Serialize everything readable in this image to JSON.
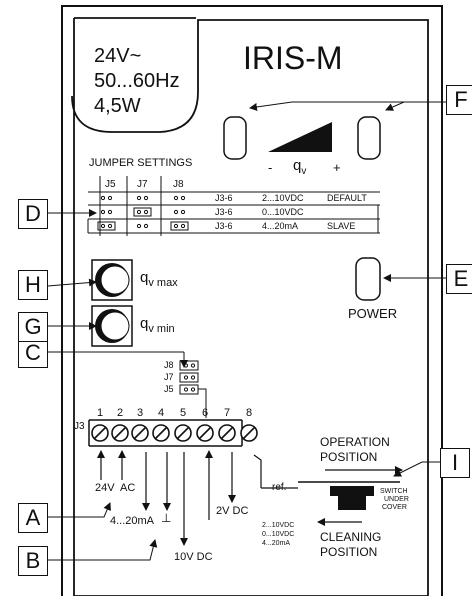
{
  "supply": {
    "line1": "24V~",
    "line2": "50...60Hz",
    "line3": "4,5W"
  },
  "title": "IRIS-M",
  "qv": {
    "minus": "-",
    "label": "q",
    "sub": "v",
    "plus": "+"
  },
  "jumper_settings": {
    "title": "JUMPER SETTINGS",
    "headers": [
      "J5",
      "J7",
      "J8"
    ],
    "rows": [
      {
        "terminal": "J3-6",
        "range": "2...10VDC",
        "mode": "DEFAULT"
      },
      {
        "terminal": "J3-6",
        "range": "0...10VDC",
        "mode": ""
      },
      {
        "terminal": "J3-6",
        "range": "4...20mA",
        "mode": "SLAVE"
      }
    ]
  },
  "pots": {
    "max_label": "q",
    "max_sub": "v max",
    "min_label": "q",
    "min_sub": "v min"
  },
  "power": "POWER",
  "jumper_block": {
    "j8": "J8",
    "j7": "J7",
    "j5": "J5"
  },
  "terminal": {
    "block_label": "J3",
    "numbers": [
      "1",
      "2",
      "3",
      "4",
      "5",
      "6",
      "7",
      "8"
    ],
    "v24": "24V",
    "ac": "AC",
    "ma": "4...20mA",
    "ground": "⊥",
    "vdc10": "10V DC",
    "vdc2": "2V DC",
    "out_options": [
      "2...10VDC",
      "0...10VDC",
      "4...20mA"
    ],
    "ref": "ref."
  },
  "switch": {
    "operation1": "OPERATION",
    "operation2": "POSITION",
    "cleaning1": "CLEANING",
    "cleaning2": "POSITION",
    "note1": "SWITCH",
    "note2": "UNDER",
    "note3": "COVER"
  },
  "callouts": [
    "A",
    "B",
    "C",
    "D",
    "E",
    "F",
    "G",
    "H",
    "I"
  ]
}
